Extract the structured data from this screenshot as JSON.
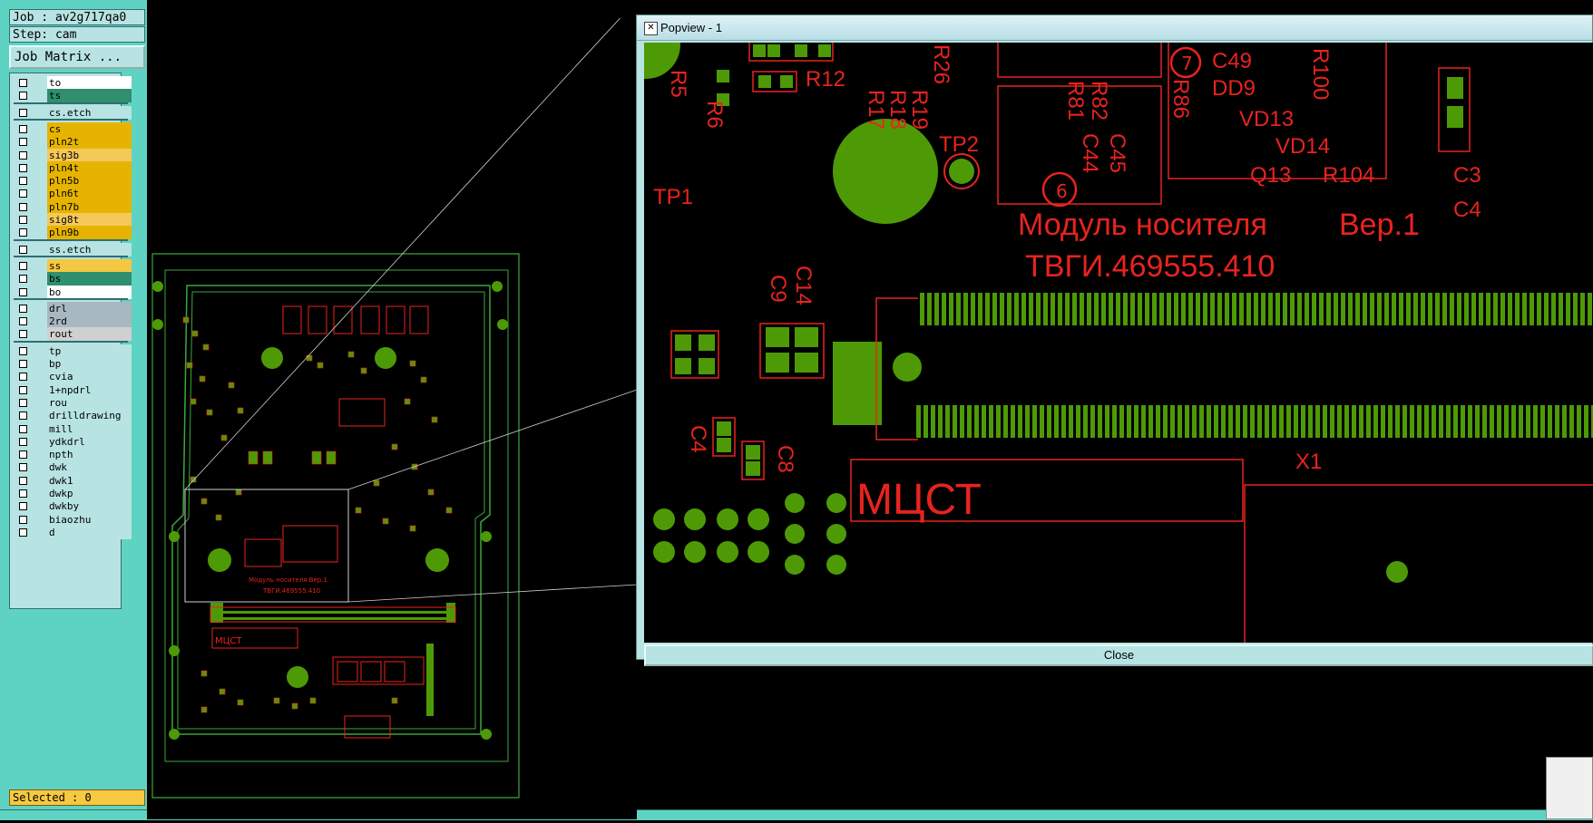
{
  "job": "Job : av2g717qa0",
  "step": "Step: cam",
  "matrix_button": "Job Matrix ...",
  "selected": "Selected : 0",
  "layers": [
    {
      "name": "to",
      "color": "#ffffff"
    },
    {
      "name": "ts",
      "color": "#2f8f6f"
    },
    {
      "name": "cs.etch",
      "color": "#b8e3e3"
    },
    {
      "name": "cs",
      "color": "#e6b400"
    },
    {
      "name": "pln2t",
      "color": "#e6b400"
    },
    {
      "name": "sig3b",
      "color": "#f5c85a"
    },
    {
      "name": "pln4t",
      "color": "#e6b400"
    },
    {
      "name": "pln5b",
      "color": "#e6b400"
    },
    {
      "name": "pln6t",
      "color": "#e6b400"
    },
    {
      "name": "pln7b",
      "color": "#e6b400"
    },
    {
      "name": "sig8t",
      "color": "#f5c85a"
    },
    {
      "name": "pln9b",
      "color": "#e6b400"
    },
    {
      "name": "ss.etch",
      "color": "#b8e3e3"
    },
    {
      "name": "ss",
      "color": "#f5c842"
    },
    {
      "name": "bs",
      "color": "#2f8f6f"
    },
    {
      "name": "bo",
      "color": "#ffffff"
    },
    {
      "name": "drl",
      "color": "#a8b8c0"
    },
    {
      "name": "2rd",
      "color": "#a8b8c0"
    },
    {
      "name": "rout",
      "color": "#d0d0d0"
    },
    {
      "name": "tp",
      "color": "#b8e3e3"
    },
    {
      "name": "bp",
      "color": "#b8e3e3"
    },
    {
      "name": "cvia",
      "color": "#b8e3e3"
    },
    {
      "name": "1+npdrl",
      "color": "#b8e3e3"
    },
    {
      "name": "rou",
      "color": "#b8e3e3"
    },
    {
      "name": "drilldrawing",
      "color": "#b8e3e3"
    },
    {
      "name": "mill",
      "color": "#b8e3e3"
    },
    {
      "name": "ydkdrl",
      "color": "#b8e3e3"
    },
    {
      "name": "npth",
      "color": "#b8e3e3"
    },
    {
      "name": "dwk",
      "color": "#b8e3e3"
    },
    {
      "name": "dwk1",
      "color": "#b8e3e3"
    },
    {
      "name": "dwkp",
      "color": "#b8e3e3"
    },
    {
      "name": "dwkby",
      "color": "#b8e3e3"
    },
    {
      "name": "biaozhu",
      "color": "#b8e3e3"
    },
    {
      "name": "d",
      "color": "#b8e3e3"
    }
  ],
  "popup": {
    "title": "Popview - 1",
    "close_label": "Close",
    "labels": [
      "R12",
      "R17",
      "R18",
      "R19",
      "R26",
      "R5",
      "R6",
      "TP2",
      "TP1",
      "C49",
      "DD9",
      "R86",
      "R100",
      "VD13",
      "VD14",
      "Q13",
      "R104",
      "R81",
      "R82",
      "C44",
      "C45",
      "C14",
      "C9",
      "C4",
      "C8",
      "X1",
      "Модуль носителя",
      "Вер.1",
      "ТВГИ.469555.410",
      "МЦСТ",
      "C3",
      "C4"
    ]
  },
  "colors": {
    "accent": "#5fd3c3",
    "silk": "#e8231e",
    "copper": "#4e9a06",
    "outline": "#3aa83a"
  }
}
